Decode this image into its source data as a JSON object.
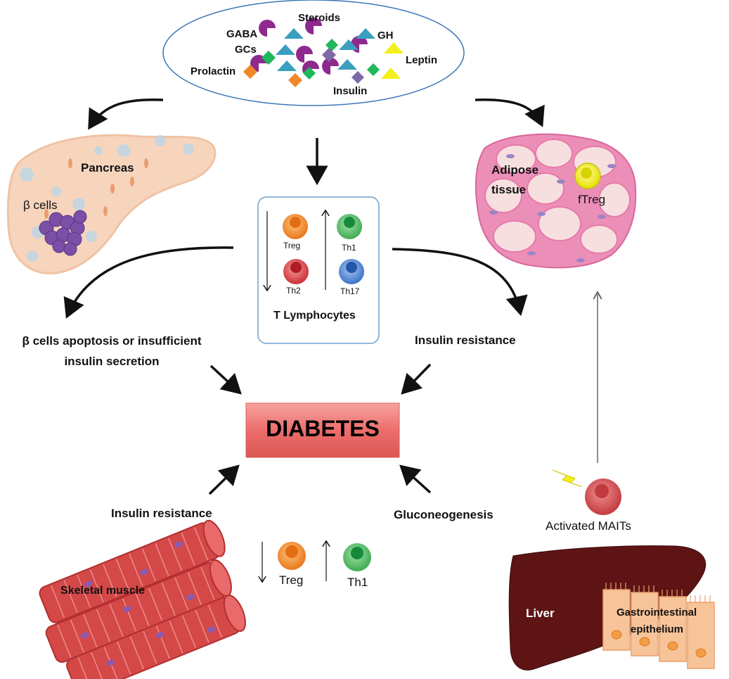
{
  "hormones": {
    "steroids": "Steroids",
    "gaba": "GABA",
    "gh": "GH",
    "gcs": "GCs",
    "leptin": "Leptin",
    "prolactin": "Prolactin",
    "insulin": "Insulin"
  },
  "pancreas": {
    "label": "Pancreas",
    "beta_cells": "β cells"
  },
  "adipose": {
    "label_line1": "Adipose",
    "label_line2": "tissue",
    "ftreg": "fTreg"
  },
  "t_lymphocytes": {
    "title": "T Lymphocytes",
    "treg": "Treg",
    "th1": "Th1",
    "th2": "Th2",
    "th17": "Th17"
  },
  "outcomes": {
    "beta_apoptosis_line1": "β cells apoptosis or insufficient",
    "beta_apoptosis_line2": "insulin secretion",
    "insulin_resistance_right": "Insulin resistance",
    "insulin_resistance_left": "Insulin resistance",
    "gluconeogenesis": "Gluconeogenesis"
  },
  "center": {
    "diabetes": "DIABETES"
  },
  "bottom_cells": {
    "treg": "Treg",
    "th1": "Th1"
  },
  "muscle": {
    "label": "Skeletal muscle"
  },
  "maits": {
    "label": "Activated MAITs"
  },
  "liver": {
    "label": "Liver"
  },
  "gi": {
    "line1": "Gastrointestinal",
    "line2": "epithelium"
  },
  "colors": {
    "purple_hormone": "#8e2a8e",
    "teal_hormone": "#3a9fbf",
    "green_hormone": "#1fb85a",
    "orange_hormone": "#f0882a",
    "yellow_hormone": "#f2ef1a",
    "violet_hormone": "#7f6aa8",
    "diabetes_box": "#ee7474",
    "treg": "#f0882a",
    "th1": "#3fb55a",
    "th2": "#d6343a",
    "th17": "#3d7fd0",
    "liver": "#5e1414",
    "adipose": "#ec8fb8",
    "muscle": "#d44848"
  }
}
